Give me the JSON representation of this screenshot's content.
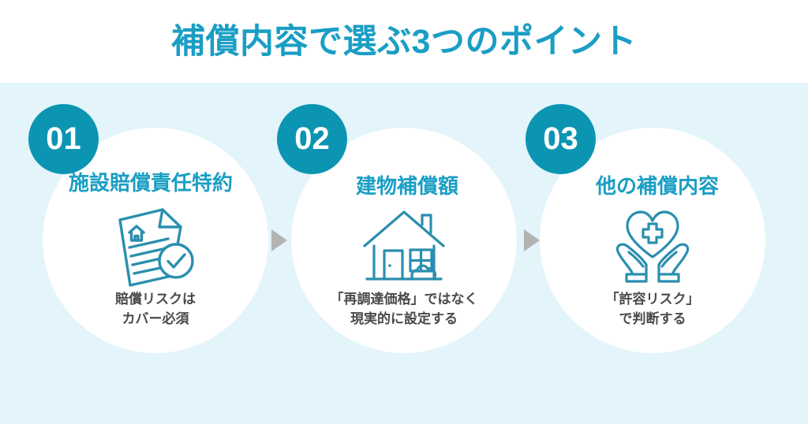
{
  "header": {
    "title": "補償内容で選ぶ3つのポイント"
  },
  "colors": {
    "background": "#ffffff",
    "band": "#e3f4fa",
    "circle": "#ffffff",
    "badge": "#0b95b2",
    "heading": "#1a9ec4",
    "title": "#1a9ec4",
    "caption": "#4a4a4a",
    "icon_stroke": "#2a8fae",
    "arrow": "#b3b3b3"
  },
  "cards": [
    {
      "number": "01",
      "heading": "施設賠償責任特約",
      "caption": "賠償リスクは\nカバー必須",
      "icon": "document-check-icon"
    },
    {
      "number": "02",
      "heading": "建物補償額",
      "caption": "「再調達価格」ではなく\n現実的に設定する",
      "icon": "house-icon"
    },
    {
      "number": "03",
      "heading": "他の補償内容",
      "caption": "「許容リスク」\nで判断する",
      "icon": "hands-heart-cross-icon"
    }
  ],
  "arrows": [
    {
      "name": "arrow-1",
      "direction": "right"
    },
    {
      "name": "arrow-2",
      "direction": "right"
    }
  ]
}
